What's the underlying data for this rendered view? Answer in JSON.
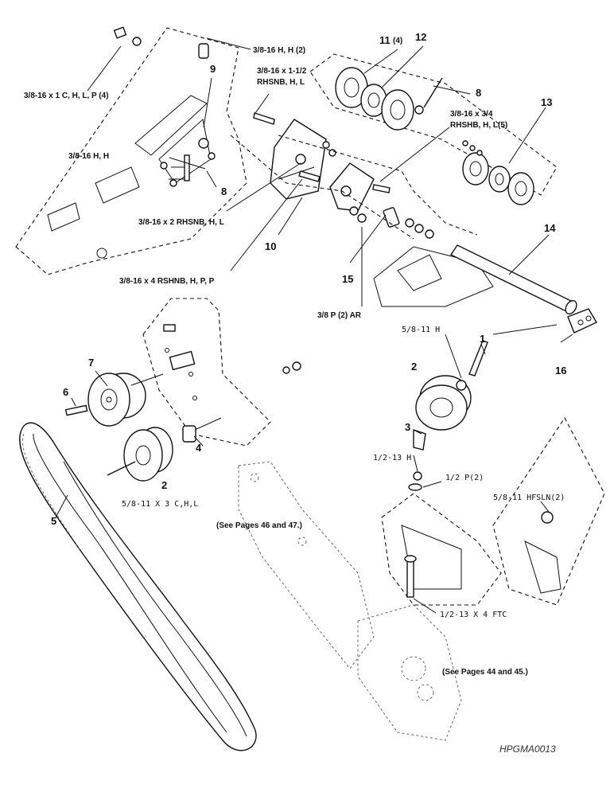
{
  "labels": {
    "l1": "3/8-16 H, H (2)",
    "l2a": "3/8-16 x 1-1/2",
    "l2b": "RHSNB, H, L",
    "l3": "3/8-16 x 1 C, H, L, P (4)",
    "l4": "3/8-16 H, H",
    "l5a": "3/8-16 x 3/4",
    "l5b": "RHSHB, H, L(5)",
    "l6": "3/8-16 x 2 RHSNB, H, L",
    "l7": "3/8-16 x 4 RSHNB, H, P, P",
    "l8": "3/8 P (2) AR",
    "l9": "5/8-11  H",
    "l10": "1/2-13  H",
    "l11": "1/2  P(2)",
    "l12": "5/8-11  HFSLN(2)",
    "l13": "5/8-11  X 3 C,H,L",
    "l14": "1/2-13  X 4  FTC"
  },
  "refs": {
    "r1": "(See Pages 46 and 47.)",
    "r2": "(See Pages 44 and 45.)"
  },
  "numbers": {
    "n11": "11",
    "n11q": "(4)",
    "n12": "12",
    "n9": "9",
    "n8a": "8",
    "n8b": "8",
    "n13": "13",
    "n10": "10",
    "n14": "14",
    "n15": "15",
    "n16": "16",
    "n7": "7",
    "n6": "6",
    "n2a": "2",
    "n2b": "2",
    "n1": "1",
    "n3": "3",
    "n4": "4",
    "n5": "5"
  },
  "drawing_code": "HPGMA0013"
}
